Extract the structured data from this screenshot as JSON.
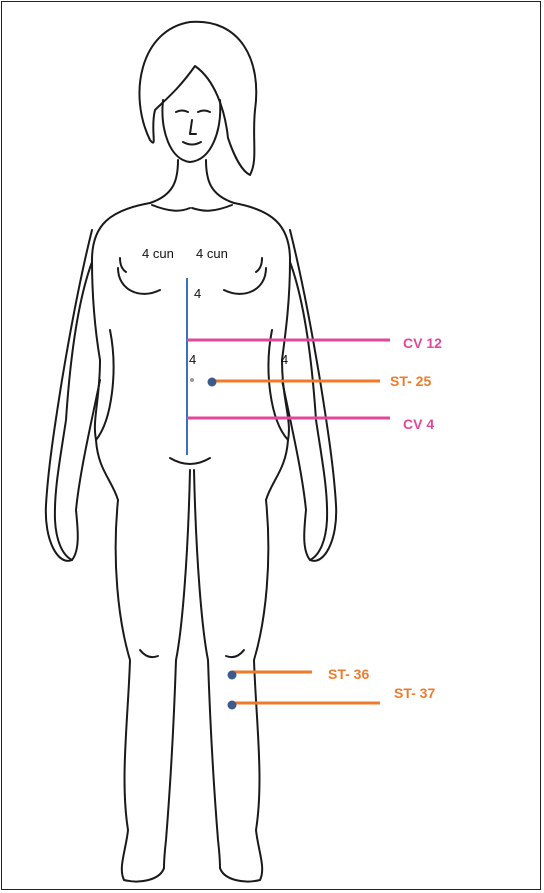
{
  "labels": {
    "cun_left": "4 cun",
    "cun_right": "4 cun",
    "dist_upper": "4",
    "dist_left": "4",
    "dist_right": "4"
  },
  "points": {
    "cv12": "CV 12",
    "st25": "ST- 25",
    "cv4": "CV 4",
    "st36": "ST- 36",
    "st37": "ST- 37"
  },
  "colors": {
    "cv_line": "#e0489a",
    "st_line": "#f07a2a",
    "midline": "#3d6fc0",
    "dot": "#3c5a8a",
    "body_outline": "#1a1a1a"
  }
}
